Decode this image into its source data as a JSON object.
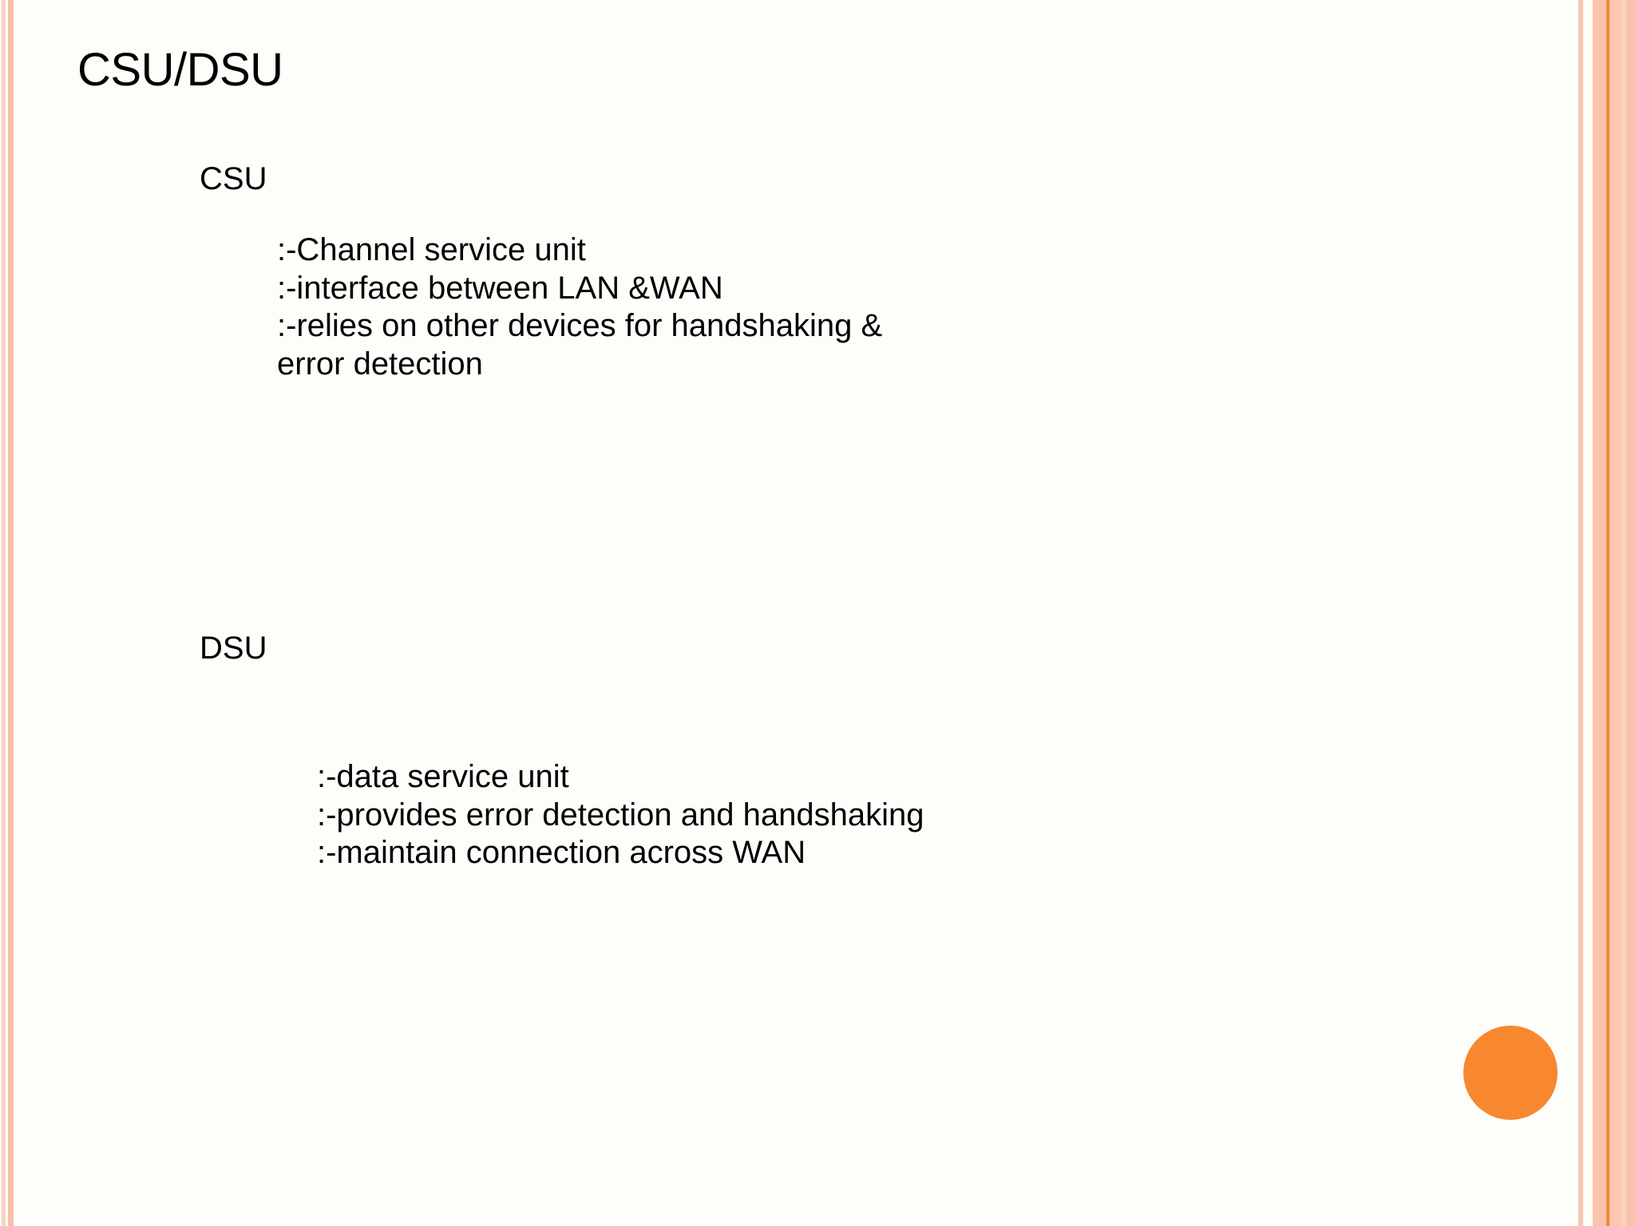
{
  "slide": {
    "title": "CSU/DSU",
    "background_color": "#FDFEFA",
    "accent_color": "#F7882F",
    "stripe_colors": {
      "light_peach": "#F7D3C2",
      "salmon": "#F9BFA6",
      "orange_line": "#F1893F"
    }
  },
  "sections": [
    {
      "label": "CSU",
      "bullets": [
        ":-Channel service unit",
        ":-interface between LAN &WAN",
        ":-relies on other devices for handshaking &",
        "error detection"
      ]
    },
    {
      "label": "DSU",
      "bullets": [
        ":-data service unit",
        ":-provides error detection and handshaking",
        ":-maintain connection across WAN"
      ]
    }
  ],
  "decor": {
    "accent_dot_name": "orange-circle"
  }
}
